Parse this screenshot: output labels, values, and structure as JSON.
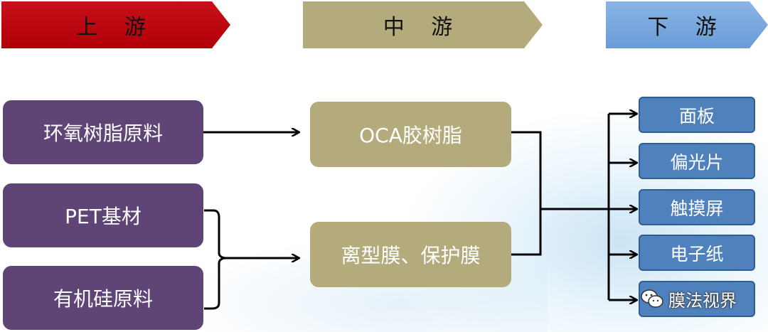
{
  "headers": {
    "upstream": "上 游",
    "midstream": "中 游",
    "downstream": "下 游"
  },
  "upstream": [
    "环氧树脂原料",
    "PET基材",
    "有机硅原料"
  ],
  "midstream": [
    "OCA胶树脂",
    "离型膜、保护膜"
  ],
  "downstream": [
    "面板",
    "偏光片",
    "触摸屏",
    "电子纸"
  ],
  "watermark": "膜法视界",
  "colors": {
    "upstream_header": "#c0000b",
    "midstream": "#b3ab7c",
    "downstream_header": "#7aa8df",
    "upstream_box": "#5e4576",
    "downstream_box": "#4f81bd"
  }
}
